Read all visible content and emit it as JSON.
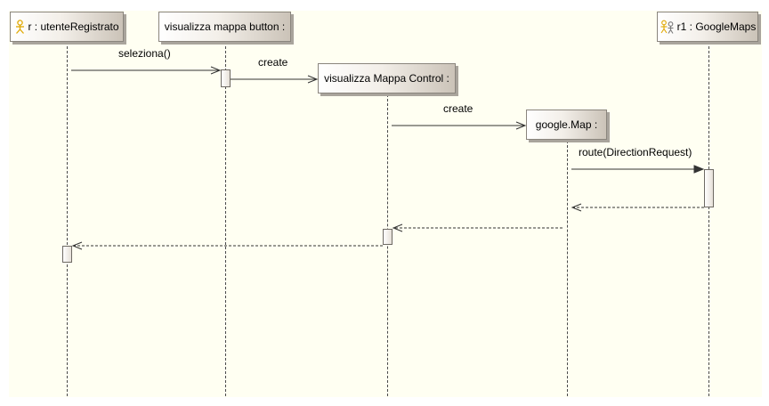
{
  "participants": [
    {
      "id": "user",
      "label": "r : utenteRegistrato",
      "icon": "actor-icon"
    },
    {
      "id": "button",
      "label": "visualizza mappa button :",
      "icon": null
    },
    {
      "id": "control",
      "label": "visualizza Mappa Control :",
      "icon": null
    },
    {
      "id": "map",
      "label": "google.Map :",
      "icon": null
    },
    {
      "id": "gmaps",
      "label": "r1 : GoogleMaps",
      "icon": "double-actor-icon"
    }
  ],
  "messages": {
    "seleziona": "seleziona()",
    "create_control": "create",
    "create_map": "create",
    "route": "route(DirectionRequest)"
  },
  "colors": {
    "background": "#fffff2",
    "line": "#4a4a4a",
    "actor": "#e0a800"
  }
}
